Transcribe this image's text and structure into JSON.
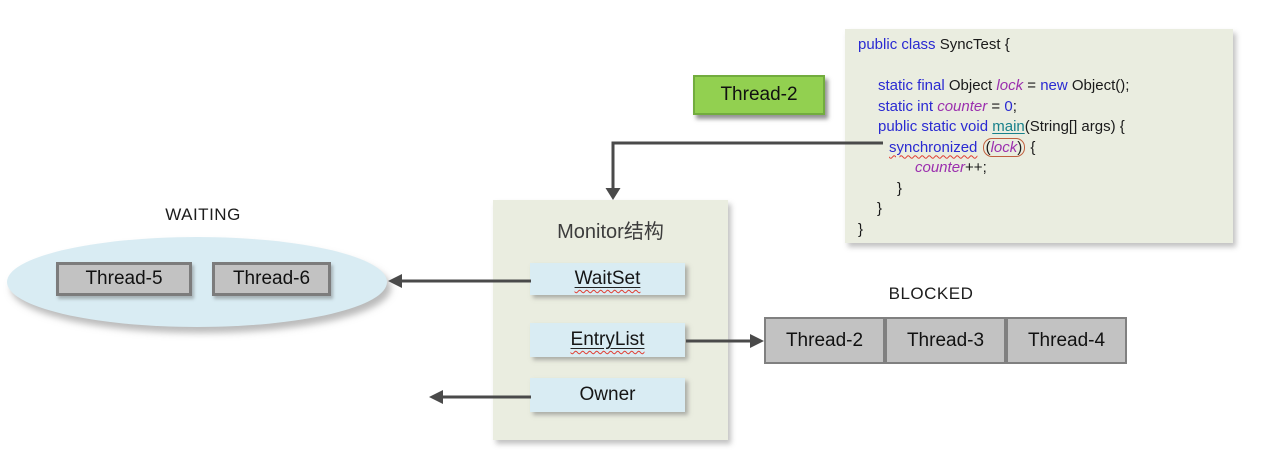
{
  "labels": {
    "waiting": "WAITING",
    "blocked": "BLOCKED",
    "monitor_title": "Monitor结构",
    "thread2_top": "Thread-2"
  },
  "monitor": {
    "slots": [
      {
        "label": "WaitSet",
        "misspelled": true
      },
      {
        "label": "EntryList",
        "misspelled": true
      },
      {
        "label": "Owner",
        "misspelled": false
      }
    ]
  },
  "waiting_threads": [
    "Thread-5",
    "Thread-6"
  ],
  "blocked_threads": [
    "Thread-2",
    "Thread-3",
    "Thread-4"
  ],
  "colors": {
    "panel_bg": "#EAEDE0",
    "light_blue": "#D9ECF3",
    "thread_green": "#92D050",
    "thread_gray": "#C2C2C2",
    "gray_border": "#7C7C7C",
    "arrow": "#4A4A4A",
    "keyword_blue": "#2A2AD2",
    "identifier_purple": "#9B2FAE",
    "method_teal": "#17808A",
    "lock_oval_red": "#C0603F",
    "squiggle_red": "#E03C31"
  },
  "code": {
    "lines": [
      {
        "indent": 13,
        "tokens": [
          {
            "c": "kw",
            "t": "public class"
          },
          {
            "c": "pl",
            "t": " SyncTest {"
          }
        ]
      },
      {
        "indent": 13,
        "tokens": []
      },
      {
        "indent": 33,
        "tokens": [
          {
            "c": "kw",
            "t": "static final"
          },
          {
            "c": "pl",
            "t": " Object "
          },
          {
            "c": "id",
            "t": "lock"
          },
          {
            "c": "pl",
            "t": " = "
          },
          {
            "c": "kw",
            "t": "new"
          },
          {
            "c": "pl",
            "t": " Object();"
          }
        ]
      },
      {
        "indent": 33,
        "tokens": [
          {
            "c": "kw",
            "t": "static int"
          },
          {
            "c": "pl",
            "t": " "
          },
          {
            "c": "id",
            "t": "counter"
          },
          {
            "c": "pl",
            "t": " = "
          },
          {
            "c": "num",
            "t": "0"
          },
          {
            "c": "pl",
            "t": ";"
          }
        ]
      },
      {
        "indent": 33,
        "tokens": [
          {
            "c": "kw",
            "t": "public static void"
          },
          {
            "c": "pl",
            "t": " "
          },
          {
            "c": "fn",
            "t": "main"
          },
          {
            "c": "pl",
            "t": "(String[] args) {"
          }
        ]
      },
      {
        "indent": 44,
        "tokens": [
          {
            "c": "kw-sp",
            "t": "synchronized"
          },
          {
            "c": "pl",
            "t": " "
          },
          {
            "c": "oval",
            "tokens": [
              {
                "c": "pl",
                "t": "("
              },
              {
                "c": "id",
                "t": "lock"
              },
              {
                "c": "pl",
                "t": ")"
              }
            ]
          },
          {
            "c": "pl",
            "t": " {"
          }
        ]
      },
      {
        "indent": 70,
        "tokens": [
          {
            "c": "id",
            "t": "counter"
          },
          {
            "c": "pl",
            "t": "++;"
          }
        ]
      },
      {
        "indent": 52,
        "tokens": [
          {
            "c": "pl",
            "t": "}"
          }
        ]
      },
      {
        "indent": 32,
        "tokens": [
          {
            "c": "pl",
            "t": "}"
          }
        ]
      },
      {
        "indent": 13,
        "tokens": [
          {
            "c": "pl",
            "t": "}"
          }
        ]
      }
    ]
  }
}
